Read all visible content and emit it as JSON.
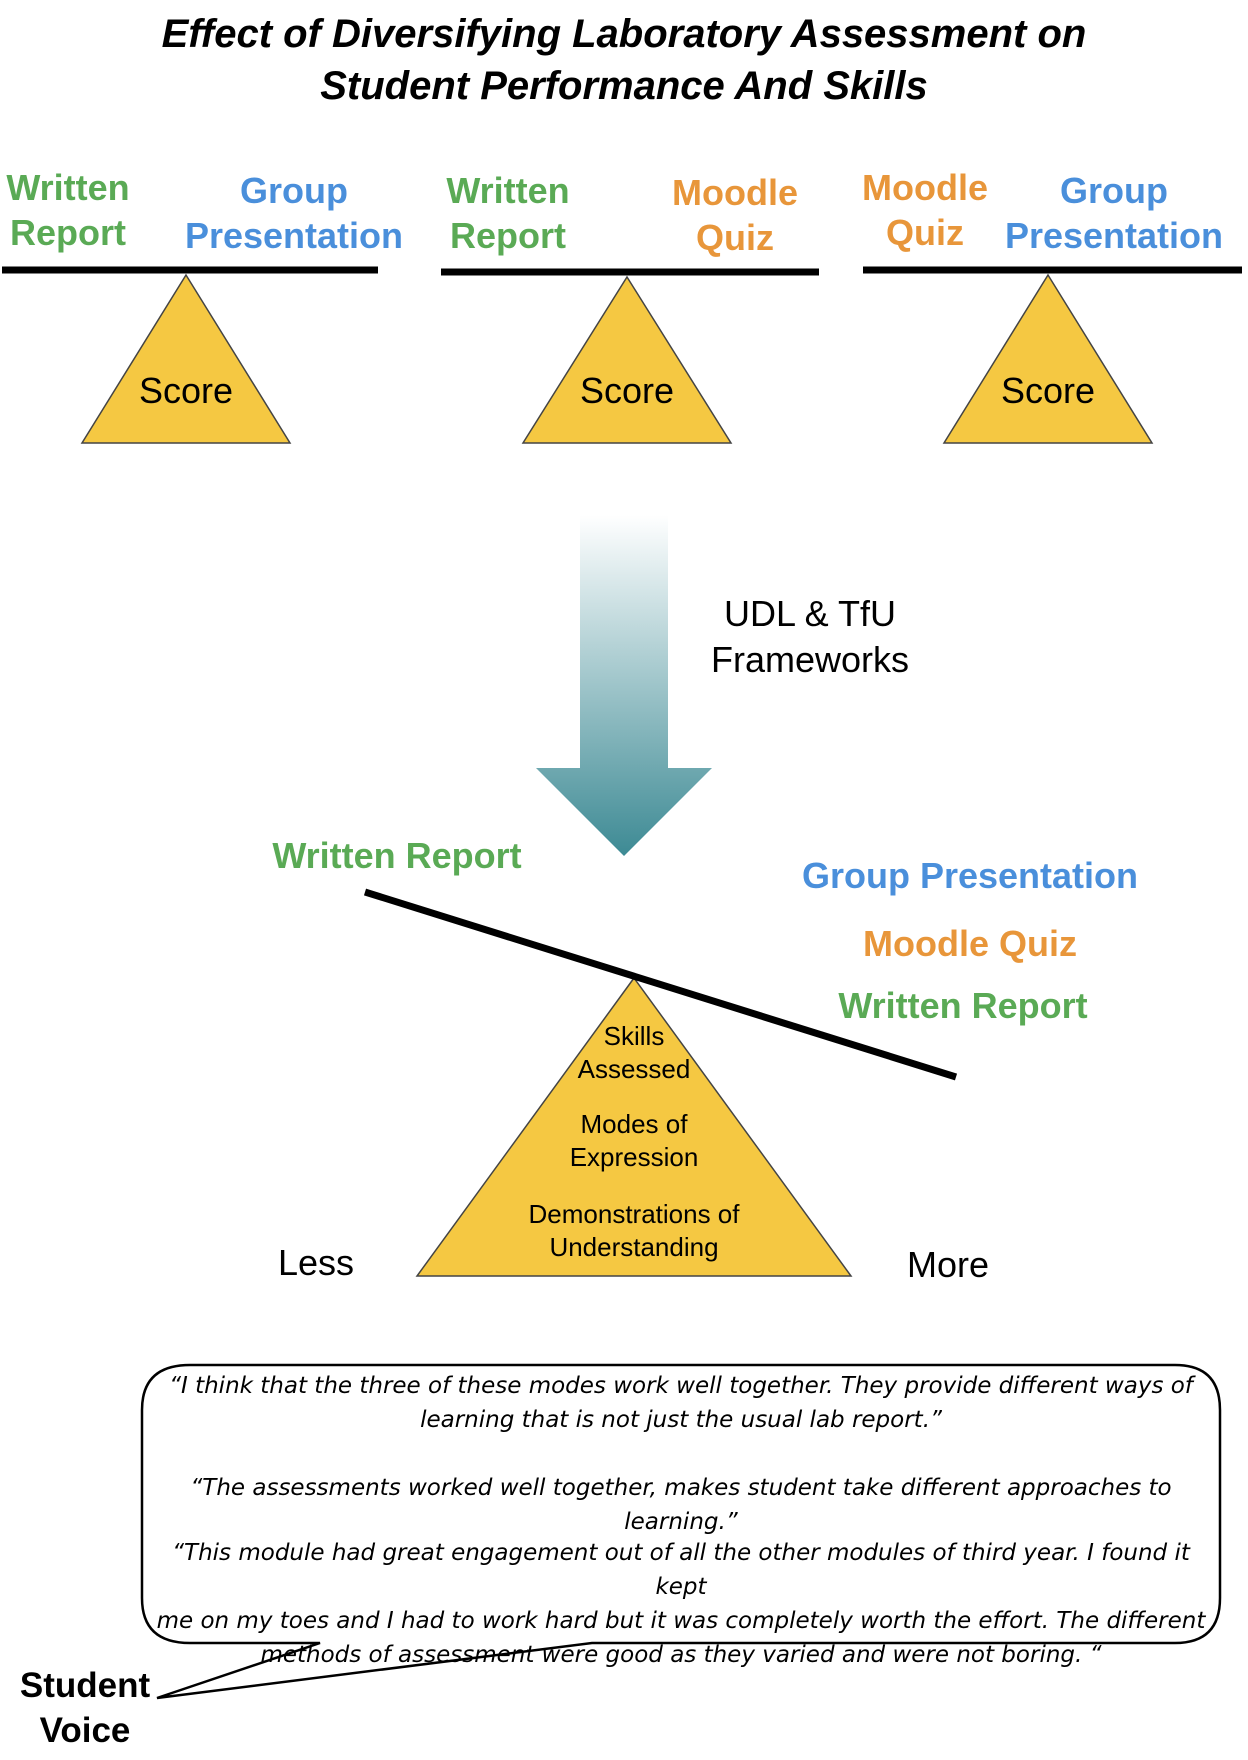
{
  "title": {
    "line1": "Effect of Diversifying Laboratory Assessment on",
    "line2": "Student Performance And Skills"
  },
  "colors": {
    "written_report": "#5aaa55",
    "group_presentation": "#4a8fdb",
    "moodle_quiz": "#e8963a",
    "fulcrum_fill": "#f5c842",
    "arrow_top": "#ffffff",
    "arrow_bottom": "#3d8a94"
  },
  "balances": [
    {
      "left": {
        "line1": "Written",
        "line2": "Report"
      },
      "right": {
        "line1": "Group",
        "line2": "Presentation"
      },
      "fulcrum": "Score"
    },
    {
      "left": {
        "line1": "Written",
        "line2": "Report"
      },
      "right": {
        "line1": "Moodle",
        "line2": "Quiz"
      },
      "fulcrum": "Score"
    },
    {
      "left": {
        "line1": "Moodle",
        "line2": "Quiz"
      },
      "right": {
        "line1": "Group",
        "line2": "Presentation"
      },
      "fulcrum": "Score"
    }
  ],
  "framework": {
    "line1": "UDL & TfU",
    "line2": "Frameworks"
  },
  "tilted_balance": {
    "left_item": "Written Report",
    "right_items": [
      "Group Presentation",
      "Moodle Quiz",
      "Written Report"
    ],
    "fulcrum_lines": [
      "Skills",
      "Assessed",
      "Modes of",
      "Expression",
      "Demonstrations of",
      "Understanding"
    ],
    "less": "Less",
    "more": "More"
  },
  "speech_bubble": {
    "quote1_line1": "“I think that the three of these modes work well together. They provide different ways of",
    "quote1_line2": "learning that is not just the usual lab report.”",
    "quote2": "“The assessments worked well together, makes student take different approaches to learning.”",
    "quote3_line1": "“This module had great engagement out of all the other modules of third year. I found it kept",
    "quote3_line2": "me on my toes and I had to work hard but it was completely worth the effort. The different",
    "quote3_line3": "methods of assessment were good as they varied and were not boring. “"
  },
  "student_voice": {
    "line1": "Student",
    "line2": "Voice"
  }
}
